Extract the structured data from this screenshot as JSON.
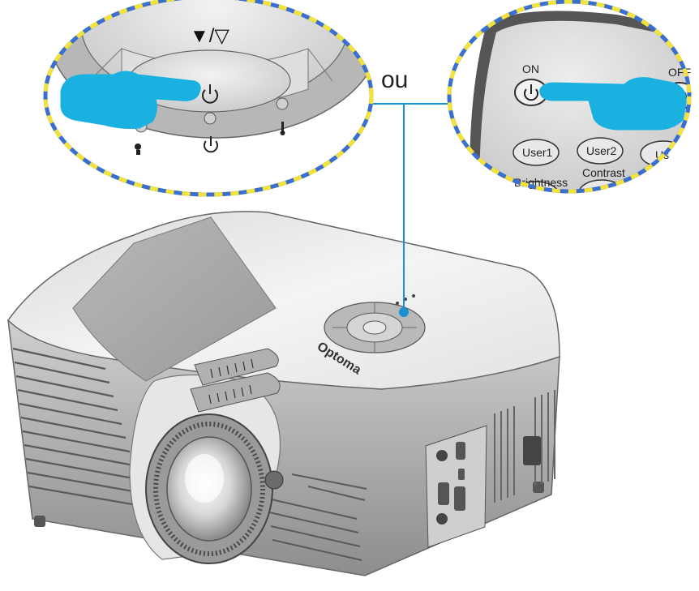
{
  "connector_label": "ou",
  "projector_panel": {
    "arrow_keys_label": "▼/▽",
    "indicators": [
      "lamp",
      "power",
      "temperature"
    ]
  },
  "remote": {
    "on_label": "ON",
    "off_label": "OFF",
    "user1_label": "User1",
    "user2_label": "User2",
    "user3_label": "Us",
    "brightness_label": "Brightness",
    "contrast_label": "Contrast"
  },
  "brand_label": "Optoma",
  "colors": {
    "hand": "#1ab0e0",
    "dash_blue": "#3a6fd0",
    "dash_yellow": "#f2e23a",
    "connector": "#1a8fd1"
  }
}
